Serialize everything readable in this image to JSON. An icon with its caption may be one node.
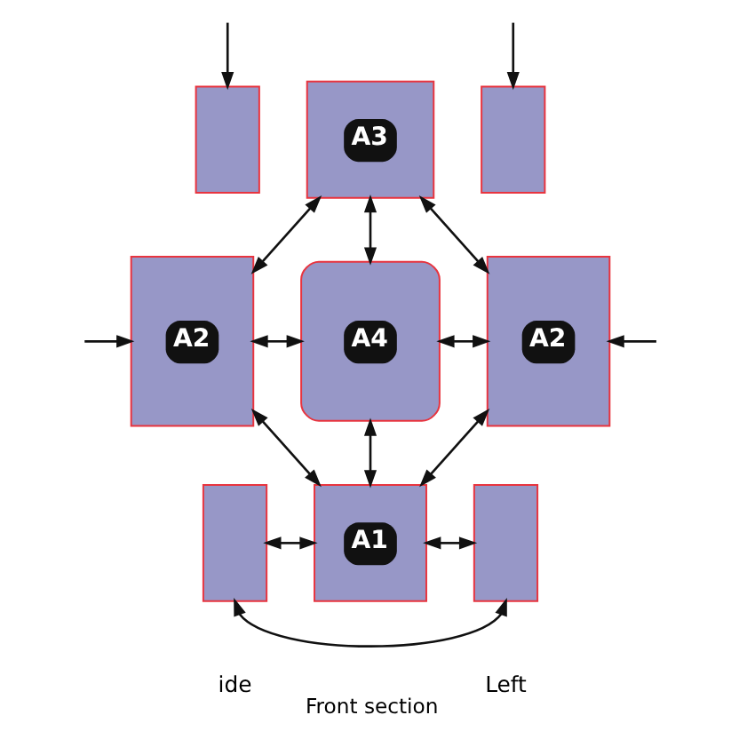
{
  "diagram": {
    "nodes": [
      {
        "text": [],
        "shape": "box"
      },
      {
        "text": [
          "A3"
        ]
      },
      {
        "text": [],
        "shape": "box"
      },
      {
        "text": [
          "A2"
        ]
      },
      {
        "text": [
          "A4"
        ]
      },
      {
        "text": [
          "A2"
        ]
      },
      {
        "text": [],
        "shape": "box",
        "beside": [
          "ide"
        ]
      },
      {
        "text": [
          "A1"
        ]
      },
      {
        "text": [],
        "shape": "box",
        "beside": [
          "Left"
        ]
      }
    ],
    "edges": [
      {
        "from": null,
        "to": 0,
        "arrow": "to"
      },
      {
        "from": null,
        "to": 2,
        "arrow": "to"
      },
      {
        "from": 1,
        "to": 3,
        "arrow": "both"
      },
      {
        "from": 1,
        "to": 4,
        "arrow": "both"
      },
      {
        "from": 1,
        "to": 5,
        "arrow": "both"
      },
      {
        "from": null,
        "to": 3,
        "arrow": "to"
      },
      {
        "from": 3,
        "to": 4,
        "arrow": "both"
      },
      {
        "from": 4,
        "to": 5,
        "arrow": "both"
      },
      {
        "from": null,
        "to": 5,
        "arrow": "to"
      },
      {
        "from": 4,
        "to": 7,
        "arrow": "both"
      },
      {
        "from": 3,
        "to": 7,
        "arrow": "both"
      },
      {
        "from": 5,
        "to": 7,
        "arrow": "both"
      },
      {
        "from": 6,
        "to": 7,
        "arrow": "both"
      },
      {
        "from": 7,
        "to": 8,
        "arrow": "both"
      },
      {
        "from": 6,
        "to": 8,
        "arrow": "both",
        "label": "Front section"
      }
    ]
  }
}
